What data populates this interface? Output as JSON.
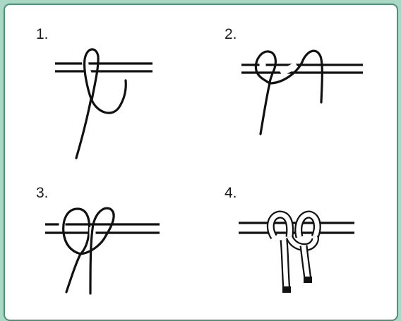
{
  "steps": [
    {
      "label": "1."
    },
    {
      "label": "2."
    },
    {
      "label": "3."
    },
    {
      "label": "4."
    }
  ],
  "colors": {
    "background": "#a9d9c6",
    "frame_border": "#4e9078",
    "panel": "#ffffff",
    "line": "#111111"
  }
}
